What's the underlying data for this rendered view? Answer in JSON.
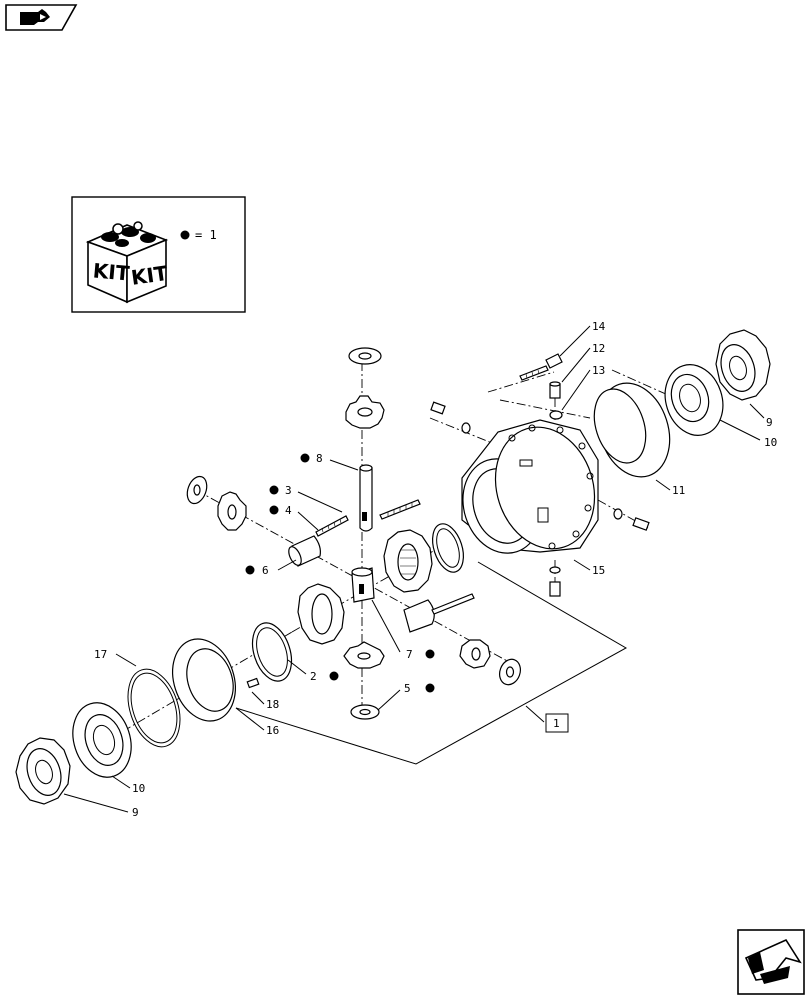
{
  "nav": {
    "back_icon": "hand-pointer-back-icon",
    "forward_icon": "arrow-forward-icon"
  },
  "kit_legend": {
    "box_text_1": "KIT",
    "box_text_2": "KIT",
    "equals_label": "= 1"
  },
  "callouts": [
    {
      "id": "14",
      "text": "14"
    },
    {
      "id": "12",
      "text": "12"
    },
    {
      "id": "13",
      "text": "13"
    },
    {
      "id": "9a",
      "text": "9"
    },
    {
      "id": "10a",
      "text": "10"
    },
    {
      "id": "11",
      "text": "11"
    },
    {
      "id": "15",
      "text": "15"
    },
    {
      "id": "8",
      "text": "8"
    },
    {
      "id": "3",
      "text": "3"
    },
    {
      "id": "4",
      "text": "4"
    },
    {
      "id": "6",
      "text": "6"
    },
    {
      "id": "7",
      "text": "7"
    },
    {
      "id": "2",
      "text": "2"
    },
    {
      "id": "5",
      "text": "5"
    },
    {
      "id": "1",
      "text": "1"
    },
    {
      "id": "17",
      "text": "17"
    },
    {
      "id": "18",
      "text": "18"
    },
    {
      "id": "16",
      "text": "16"
    },
    {
      "id": "10b",
      "text": "10"
    },
    {
      "id": "9b",
      "text": "9"
    }
  ]
}
